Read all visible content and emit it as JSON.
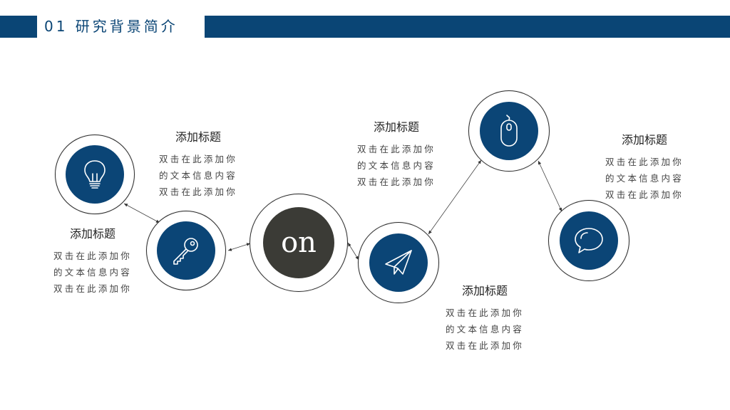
{
  "header": {
    "title": "01  研究背景简介"
  },
  "center": {
    "label": "on"
  },
  "blocks": [
    {
      "title": "添加标题",
      "lines": [
        "双击在此添加你",
        "的文本信息内容",
        "双击在此添加你"
      ]
    },
    {
      "title": "添加标题",
      "lines": [
        "双击在此添加你",
        "的文本信息内容",
        "双击在此添加你"
      ]
    },
    {
      "title": "添加标题",
      "lines": [
        "双击在此添加你",
        "的文本信息内容",
        "双击在此添加你"
      ]
    },
    {
      "title": "添加标题",
      "lines": [
        "双击在此添加你",
        "的文本信息内容",
        "双击在此添加你"
      ]
    },
    {
      "title": "添加标题",
      "lines": [
        "双击在此添加你",
        "的文本信息内容",
        "双击在此添加你"
      ]
    }
  ],
  "colors": {
    "accent": "#0a4575",
    "circle_fill": "#0b4576",
    "center_fill": "#3b3b36"
  },
  "icons": [
    "lightbulb-icon",
    "key-icon",
    "paper-plane-icon",
    "mouse-icon",
    "speech-bubble-icon"
  ]
}
